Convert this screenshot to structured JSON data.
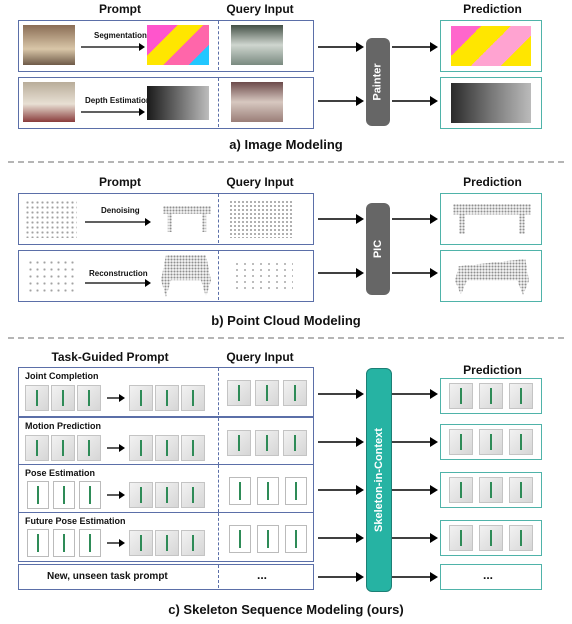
{
  "section_a": {
    "prompt_header": "Prompt",
    "query_header": "Query Input",
    "prediction_header": "Prediction",
    "row1_task": "Segmentation",
    "row2_task": "Depth Estimation",
    "model_label": "Painter",
    "caption": "a) Image Modeling"
  },
  "section_b": {
    "prompt_header": "Prompt",
    "query_header": "Query Input",
    "prediction_header": "Prediction",
    "row1_task": "Denoising",
    "row2_task": "Reconstruction",
    "model_label": "PIC",
    "caption": "b) Point Cloud Modeling"
  },
  "section_c": {
    "prompt_header": "Task-Guided Prompt",
    "query_header": "Query Input",
    "prediction_header": "Prediction",
    "tasks": [
      "Joint Completion",
      "Motion Prediction",
      "Pose Estimation",
      "Future Pose Estimation"
    ],
    "new_task": "New, unseen task prompt",
    "ellipsis_query": "...",
    "ellipsis_pred": "...",
    "model_label": "Skeleton-in-Context",
    "caption": "c) Skeleton Sequence Modeling (ours)"
  },
  "colors": {
    "box_border": "#5b6fa8",
    "pred_border": "#4fb3a9",
    "model_gray": "#666666",
    "model_teal": "#26b3a3"
  }
}
